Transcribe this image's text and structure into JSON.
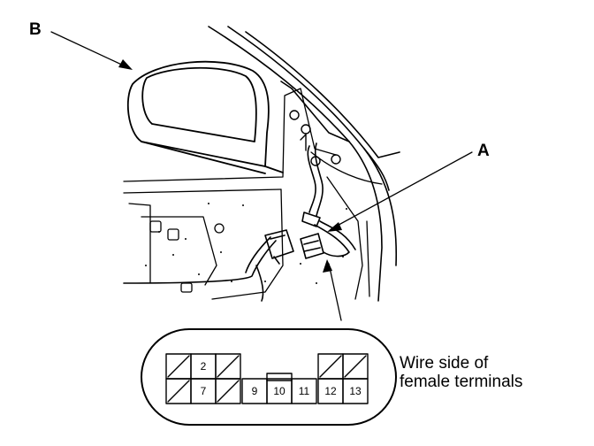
{
  "callouts": {
    "a": "A",
    "b": "B"
  },
  "caption": {
    "line1": "Wire side of",
    "line2": "female terminals"
  },
  "connector": {
    "top_row": [
      {
        "label": "",
        "blank": true
      },
      {
        "label": "2",
        "blank": false
      },
      {
        "label": "",
        "blank": true
      },
      {
        "label": "",
        "blank": true
      },
      {
        "label": "",
        "blank": true
      }
    ],
    "bottom_row": [
      {
        "label": "",
        "blank": true
      },
      {
        "label": "7",
        "blank": false
      },
      {
        "label": "",
        "blank": true
      },
      {
        "label": "9",
        "blank": false
      },
      {
        "label": "10",
        "blank": false
      },
      {
        "label": "11",
        "blank": false
      },
      {
        "label": "12",
        "blank": false
      },
      {
        "label": "13",
        "blank": false
      }
    ]
  }
}
